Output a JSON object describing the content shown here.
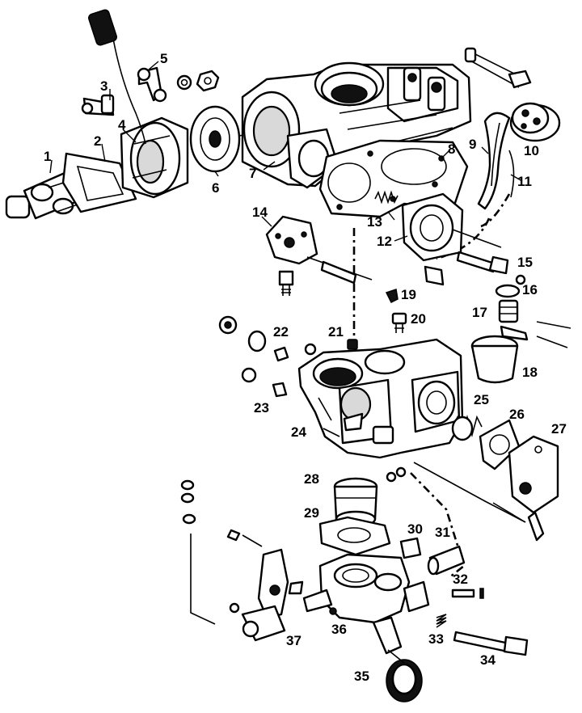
{
  "diagram": {
    "callouts": [
      "1",
      "2",
      "3",
      "4",
      "5",
      "6",
      "7",
      "8",
      "9",
      "10",
      "11",
      "12",
      "13",
      "14",
      "15",
      "16",
      "17",
      "18",
      "19",
      "20",
      "21",
      "22",
      "23",
      "24",
      "25",
      "26",
      "27",
      "28",
      "29",
      "30",
      "31",
      "32",
      "33",
      "34",
      "35",
      "36",
      "37"
    ]
  }
}
